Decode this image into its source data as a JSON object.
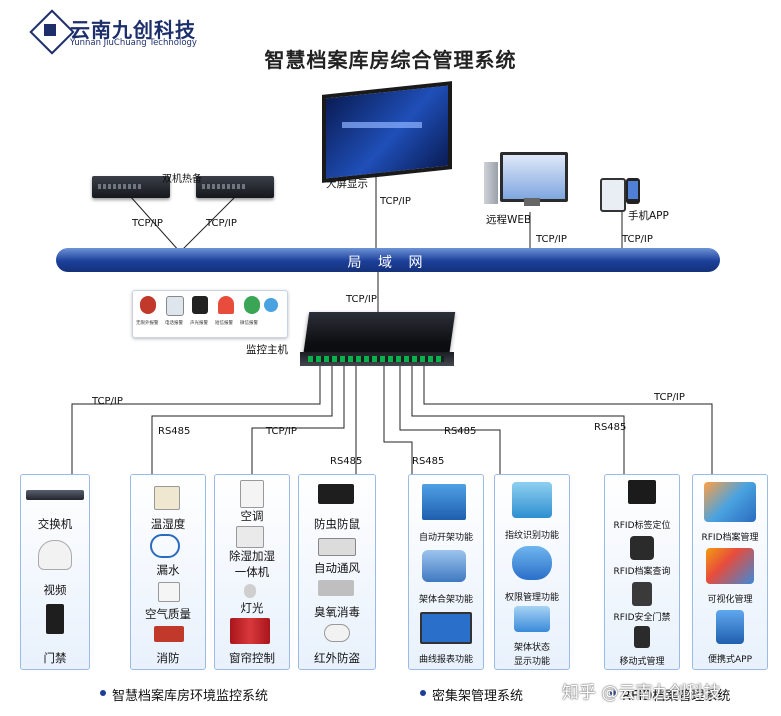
{
  "logo": {
    "name_cn": "云南九创科技",
    "name_en": "Yunnan JiuChuang Technology"
  },
  "title": "智慧档案库房综合管理系统",
  "network": {
    "bus_label": "局 域 网"
  },
  "top": {
    "hot_standby": "双机热备",
    "big_screen": "大屏显示",
    "remote_web": "远程WEB",
    "mobile_app": "手机APP"
  },
  "protocols": {
    "tcpip": "TCP/IP",
    "rs485": "RS485"
  },
  "alarms": [
    "无限外报警",
    "电话报警",
    "声光报警",
    "短信报警",
    "微信报警"
  ],
  "host_label": "监控主机",
  "panels": {
    "p1": [
      "交换机",
      "视频",
      "门禁"
    ],
    "p2": [
      "温湿度",
      "漏水",
      "空气质量",
      "消防"
    ],
    "p3": [
      "空调",
      "除湿加湿",
      "一体机",
      "灯光",
      "窗帘控制"
    ],
    "p4": [
      "防虫防鼠",
      "自动通风",
      "臭氧消毒",
      "红外防盗"
    ],
    "p5": [
      "自动开架功能",
      "架体合架功能",
      "曲线报表功能"
    ],
    "p6": [
      "指纹识别功能",
      "权限管理功能",
      "架体状态",
      "显示功能"
    ],
    "p7": [
      "RFID标签定位",
      "RFID档案查询",
      "RFID安全门禁",
      "移动式管理"
    ],
    "p8": [
      "RFID档案管理",
      "可视化管理",
      "便携式APP"
    ]
  },
  "footer": {
    "env": "智慧档案库房环境监控系统",
    "shelf": "密集架管理系统",
    "rfid": "RFID档案管理系统"
  },
  "watermark": "知乎 @云南九创科技",
  "colors": {
    "bus": "#1c3f9a",
    "brand": "#1d2f6b",
    "panel_border": "#9bbbe6"
  }
}
